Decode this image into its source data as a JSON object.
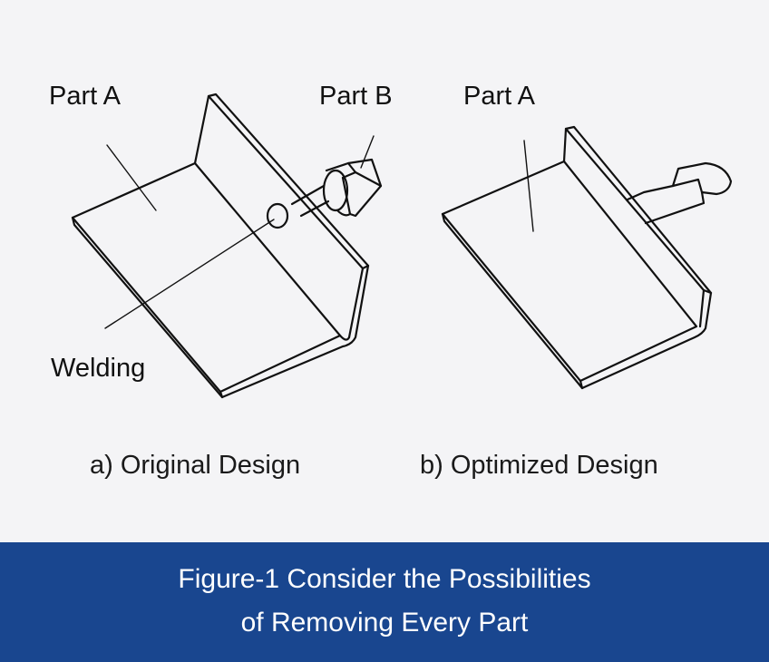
{
  "labels": {
    "a_part_a": "Part A",
    "a_part_b": "Part B",
    "a_welding": "Welding",
    "b_part_a": "Part A"
  },
  "captions": {
    "a": "a) Original Design",
    "b": "b) Optimized Design"
  },
  "banner": {
    "line1": "Figure-1 Consider the Possibilities",
    "line2": "of Removing Every Part"
  },
  "colors": {
    "banner_bg": "#19468f",
    "background": "#f4f4f6",
    "line": "#111111"
  }
}
